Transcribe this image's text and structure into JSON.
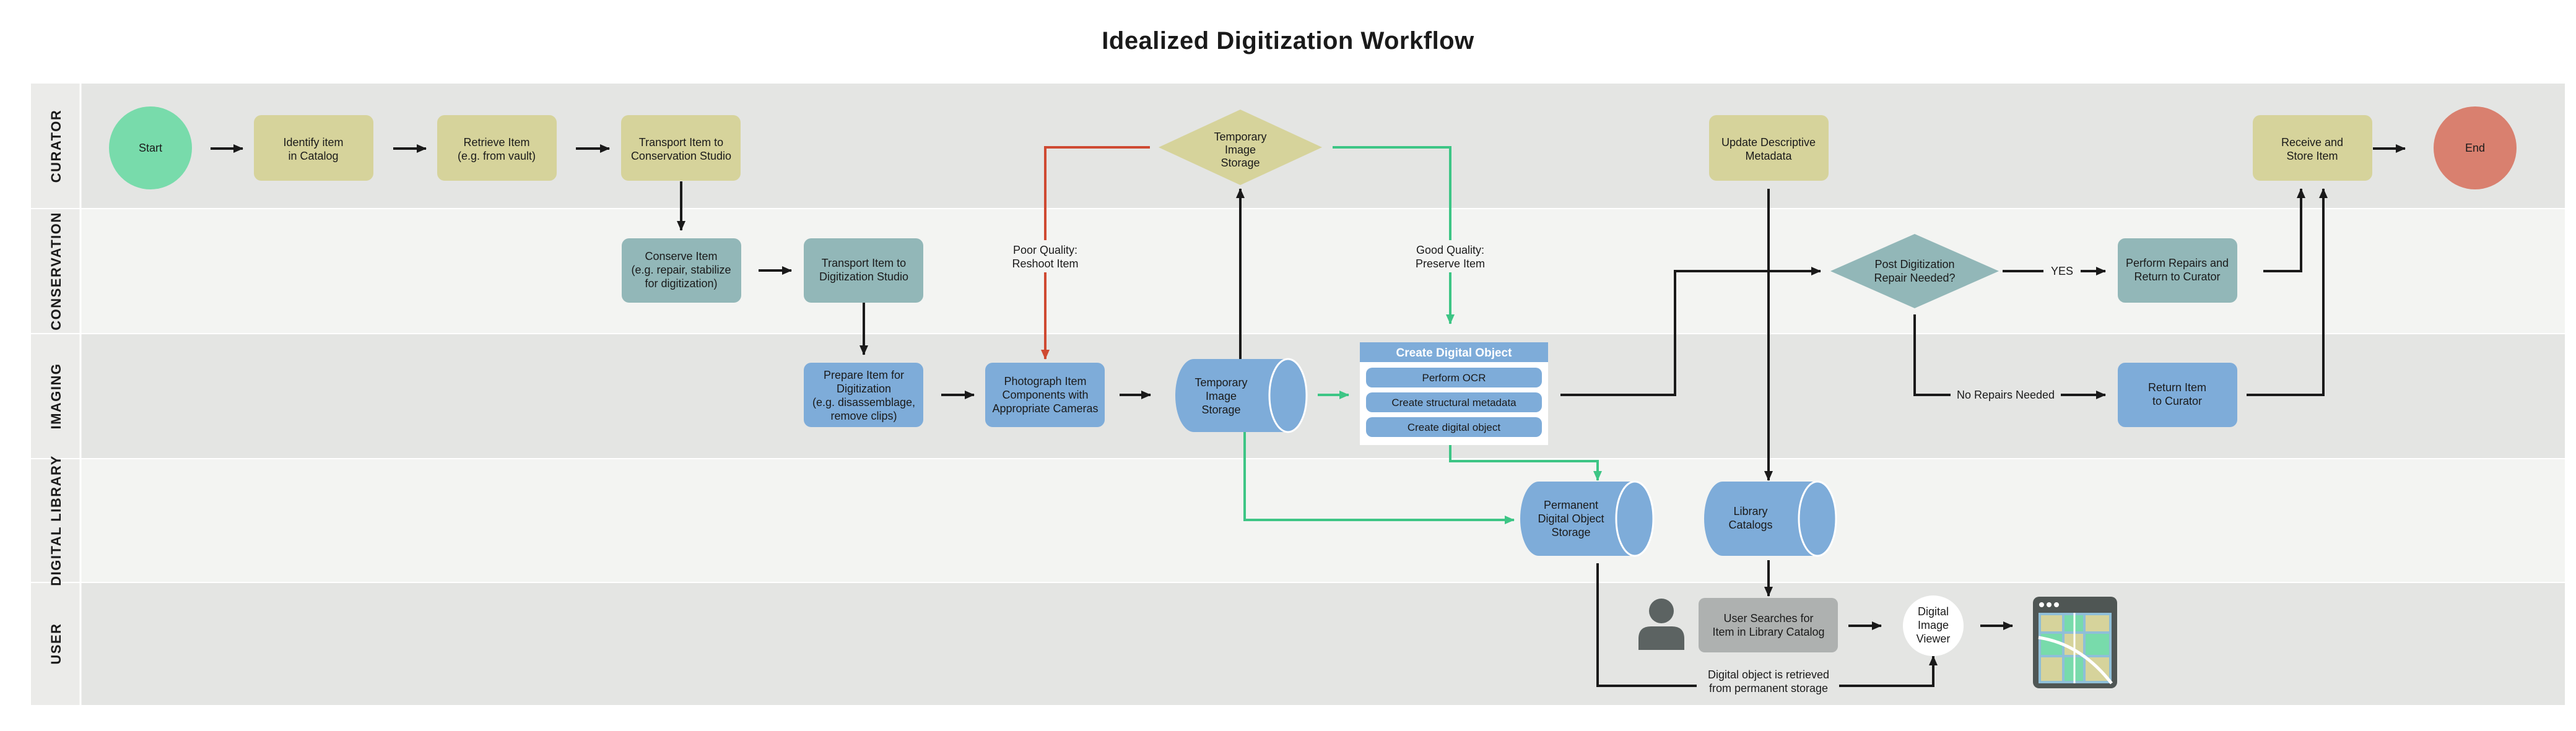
{
  "title": "Idealized Digitization Workflow",
  "colors": {
    "lane_dark": "#e4e5e3",
    "lane_light": "#f3f4f2",
    "lane_label_bg": "#eaeae8",
    "curator_box": "#d6d39b",
    "conservation_box": "#92b7b8",
    "imaging_box": "#7eacd9",
    "start_circle": "#78dbab",
    "end_circle": "#d9806f",
    "user_box": "#aeb1b0",
    "arrow_black": "#1a1a1a",
    "arrow_green": "#3dc585",
    "arrow_red": "#cf4a32"
  },
  "lanes": [
    {
      "label": "CURATOR"
    },
    {
      "label": "CONSERVATION"
    },
    {
      "label": "IMAGING"
    },
    {
      "label": "DIGITAL LIBRARY"
    },
    {
      "label": "USER"
    }
  ],
  "nodes": {
    "start": {
      "label": "Start"
    },
    "identify": {
      "lines": [
        "Identify item",
        "in Catalog"
      ]
    },
    "retrieve": {
      "lines": [
        "Retrieve Item",
        "(e.g. from vault)"
      ]
    },
    "transport_conservation": {
      "lines": [
        "Transport Item to",
        "Conservation Studio"
      ]
    },
    "temp_storage_diamond": {
      "lines": [
        "Temporary",
        "Image",
        "Storage"
      ]
    },
    "update_metadata": {
      "lines": [
        "Update Descriptive",
        "Metadata"
      ]
    },
    "receive_store": {
      "lines": [
        "Receive and",
        "Store Item"
      ]
    },
    "end": {
      "label": "End"
    },
    "conserve": {
      "lines": [
        "Conserve Item",
        "(e.g. repair, stabilize",
        "for digitization)"
      ]
    },
    "transport_digitization": {
      "lines": [
        "Transport Item to",
        "Digitization Studio"
      ]
    },
    "post_digitization": {
      "lines": [
        "Post Digitization",
        "Repair Needed?"
      ]
    },
    "perform_repairs": {
      "lines": [
        "Perform Repairs and",
        "Return to Curator"
      ]
    },
    "prepare": {
      "lines": [
        "Prepare Item for",
        "Digitization",
        "(e.g. disassemblage,",
        "remove clips)"
      ]
    },
    "photograph": {
      "lines": [
        "Photograph Item",
        "Components with",
        "Appropriate Cameras"
      ]
    },
    "temp_storage_cyl": {
      "lines": [
        "Temporary",
        "Image",
        "Storage"
      ]
    },
    "create_digital_object": {
      "header": "Create Digital Object",
      "steps": [
        "Perform OCR",
        "Create structural metadata",
        "Create digital object"
      ]
    },
    "return_to_curator": {
      "lines": [
        "Return Item",
        "to Curator"
      ]
    },
    "permanent_storage": {
      "lines": [
        "Permanent",
        "Digital Object",
        "Storage"
      ]
    },
    "library_catalogs": {
      "lines": [
        "Library",
        "Catalogs"
      ]
    },
    "user_searches": {
      "lines": [
        "User Searches for",
        "Item in Library Catalog"
      ]
    },
    "image_viewer": {
      "lines": [
        "Digital",
        "Image",
        "Viewer"
      ]
    }
  },
  "edge_labels": {
    "poor_quality": [
      "Poor Quality:",
      "Reshoot Item"
    ],
    "good_quality": [
      "Good Quality:",
      "Preserve Item"
    ],
    "yes": "YES",
    "no_repairs": "No Repairs Needed",
    "retrieved": [
      "Digital object is retrieved",
      "from permanent storage"
    ]
  },
  "icons": {
    "user": "person-icon",
    "viewer": "map-viewer-icon"
  }
}
